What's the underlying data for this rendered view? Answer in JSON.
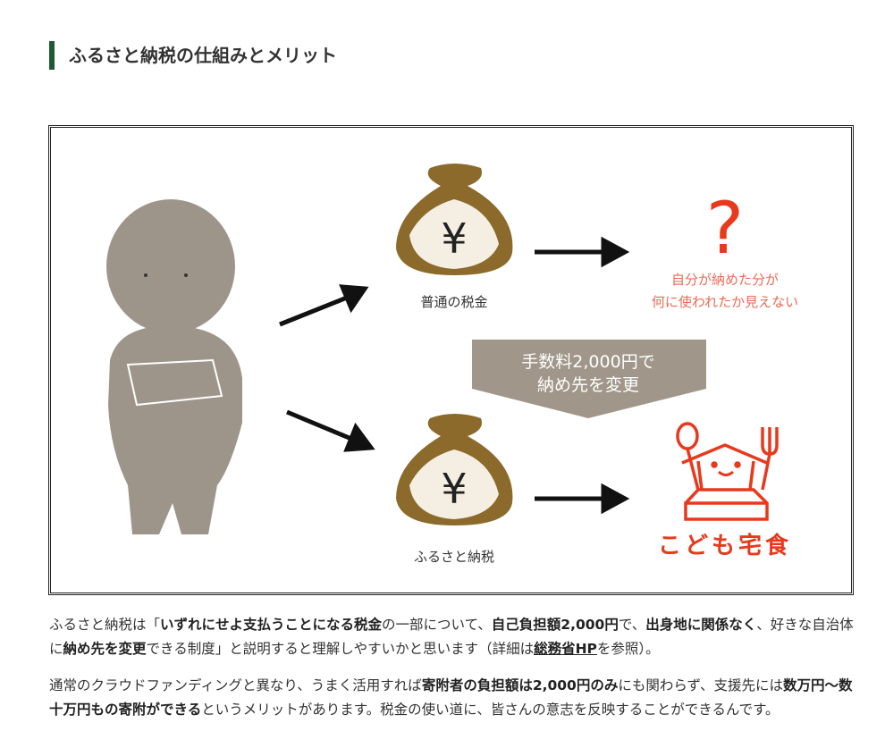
{
  "heading": "ふるさと納税の仕組みとメリット",
  "illustration": {
    "normal_tax_label": "普通の税金",
    "furusato_label": "ふるさと納税",
    "yen_symbol": "¥",
    "question_mark": "?",
    "unknown_line1": "自分が納めた分が",
    "unknown_line2": "何に使われたか見えない",
    "banner_line1": "手数料2,000円で",
    "banner_line2": "納め先を変更",
    "logo_text": "こども宅食",
    "colors": {
      "accent_red": "#e8391d",
      "person_gray": "#9e958a",
      "bag_brown": "#8b6a2b",
      "heading_bar": "#1e5a32"
    }
  },
  "paragraph1": [
    "ふるさと納税は「",
    "いずれにせよ支払うことになる税金",
    "の一部について、",
    "自己負担額2,000円",
    "で、",
    "出身地に関係なく",
    "、好きな自治体に",
    "納め先を変更",
    "できる制度」と説明すると理解しやすいかと思います（詳細は",
    "総務省HP",
    "を参照）。"
  ],
  "paragraph2": [
    "通常のクラウドファンディングと異なり、うまく活用すれば",
    "寄附者の負担額は2,000円のみ",
    "にも関わらず、支援先には",
    "数万円〜数十万円もの寄附ができる",
    "というメリットがあります。税金の使い道に、皆さんの意志を反映することができるんです。"
  ]
}
